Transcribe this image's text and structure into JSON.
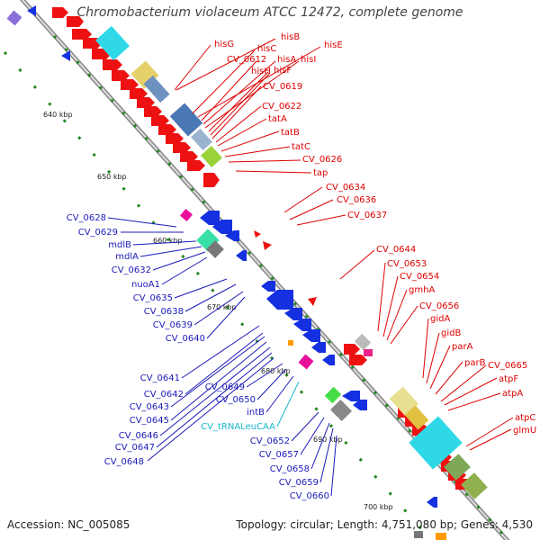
{
  "title": "Chromobacterium violaceum ATCC 12472, complete genome",
  "footer": {
    "accession": "Accession: NC_005085",
    "summary": "Topology: circular; Length: 4,751,080 bp; Genes: 4,530"
  },
  "colors": {
    "forward_strand": "#ee1111",
    "reverse_strand": "#1530e0",
    "trna": "#19b6cc",
    "backbone": "#888888",
    "gc_dots": "#228822"
  },
  "scale_ticks": [
    "640 kbp",
    "650 kbp",
    "660 kbp",
    "670 kbp",
    "680 kbp",
    "690 kbp",
    "700 kbp"
  ],
  "labels_forward": [
    "hisB",
    "hisG",
    "hisC",
    "hisE",
    "CV_0612",
    "hisA",
    "hisI",
    "hisH",
    "hisF",
    "CV_0619",
    "CV_0622",
    "tatA",
    "tatB",
    "tatC",
    "CV_0626",
    "tap",
    "CV_0634",
    "CV_0636",
    "CV_0637",
    "CV_0644",
    "CV_0653",
    "CV_0654",
    "gmhA",
    "CV_0656",
    "gidA",
    "gidB",
    "parA",
    "parB",
    "CV_0665",
    "atpF",
    "atpA",
    "atpC",
    "glmU"
  ],
  "labels_reverse": [
    "CV_0628",
    "CV_0629",
    "mdlB",
    "mdlA",
    "CV_0632",
    "nuoA1",
    "CV_0635",
    "CV_0638",
    "CV_0639",
    "CV_0640",
    "CV_0641",
    "CV_0642",
    "CV_0643",
    "CV_0645",
    "CV_0646",
    "CV_0647",
    "CV_0648",
    "CV_0649",
    "CV_0650",
    "intB",
    "CV_0652",
    "CV_0657",
    "CV_0658",
    "CV_0659",
    "CV_0660"
  ],
  "labels_trna": [
    "CV_tRNALeuCAA"
  ]
}
